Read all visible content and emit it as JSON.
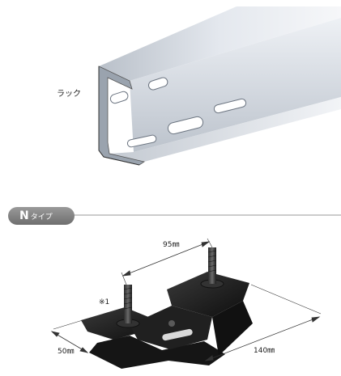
{
  "rack_section": {
    "label": "ラック"
  },
  "type_header": {
    "letter": "N",
    "word": "タイプ"
  },
  "bracket_section": {
    "dimension_top": "95㎜",
    "dimension_left": "50㎜",
    "dimension_right": "140㎜",
    "note_mark": "※1"
  },
  "colors": {
    "header_pill": "#7f7f7f",
    "divider_line": "#9a9a9a",
    "rail_metal": "#c9ced6",
    "bracket_dark": "#1e1e1e"
  }
}
